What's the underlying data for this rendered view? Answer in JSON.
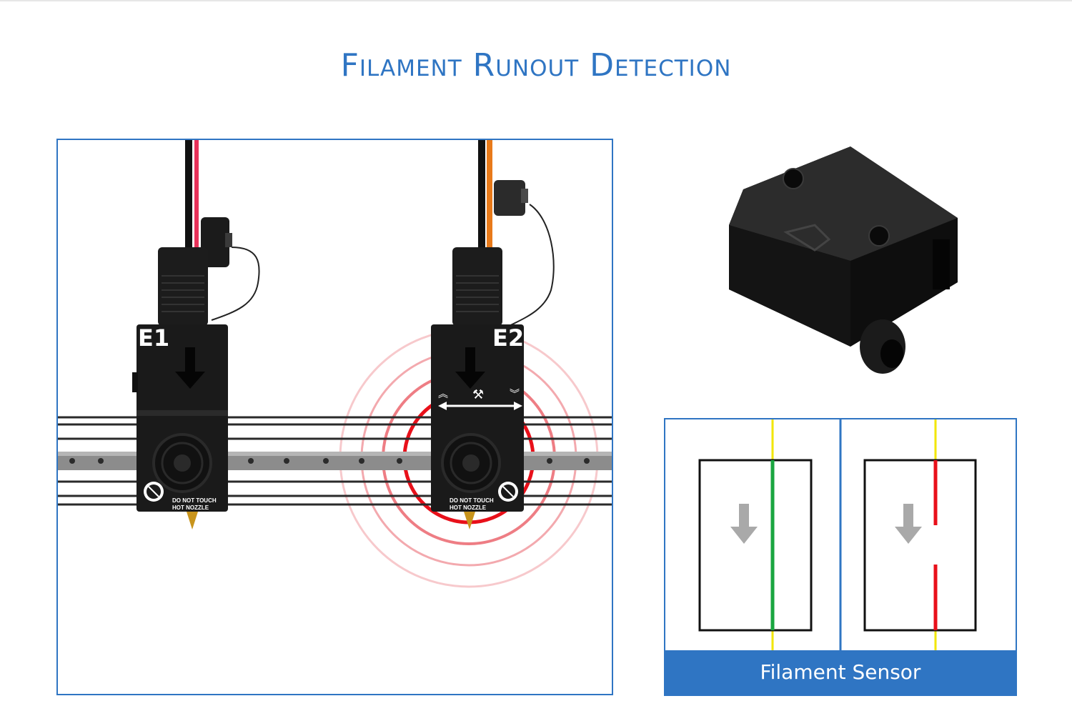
{
  "title": "Filament Runout Detection",
  "extruders": [
    {
      "label": "E1"
    },
    {
      "label": "E2"
    }
  ],
  "nozzle_warning": [
    "DO NOT TOUCH",
    "HOT NOZZLE"
  ],
  "sensor_caption": "Filament Sensor",
  "colors": {
    "accent": "#2f75c3",
    "filament_ok": "#1aa640",
    "filament_runout": "#e8101a",
    "filament_guide": "#f2e600",
    "signal_rings": "#e8101a"
  },
  "icons": {
    "feed_arrow": "down-arrow-icon",
    "warning": "no-touch-icon",
    "wrench": "wrench-icon"
  }
}
